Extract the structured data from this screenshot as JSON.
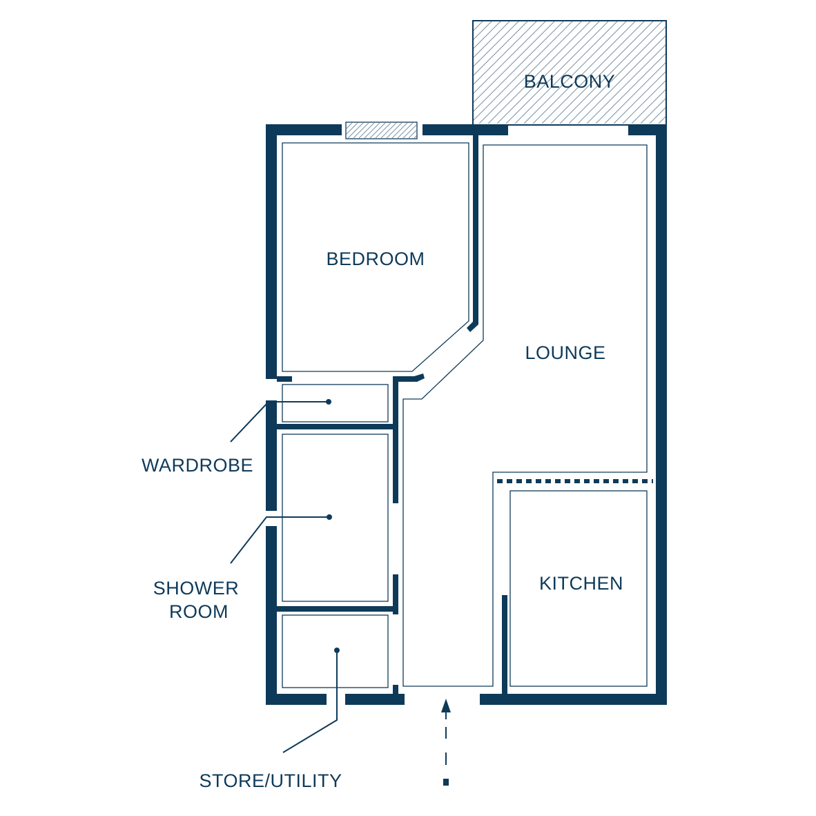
{
  "rooms": {
    "balcony": "BALCONY",
    "bedroom": "BEDROOM",
    "lounge": "LOUNGE",
    "kitchen": "KITCHEN"
  },
  "callouts": {
    "wardrobe": "WARDROBE",
    "shower_room_line1": "SHOWER",
    "shower_room_line2": "ROOM",
    "store_utility": "STORE/UTILITY"
  },
  "colors": {
    "wall": "#0e3a5a",
    "background": "#ffffff"
  },
  "icons": {
    "entrance": "entrance-arrow-icon"
  }
}
